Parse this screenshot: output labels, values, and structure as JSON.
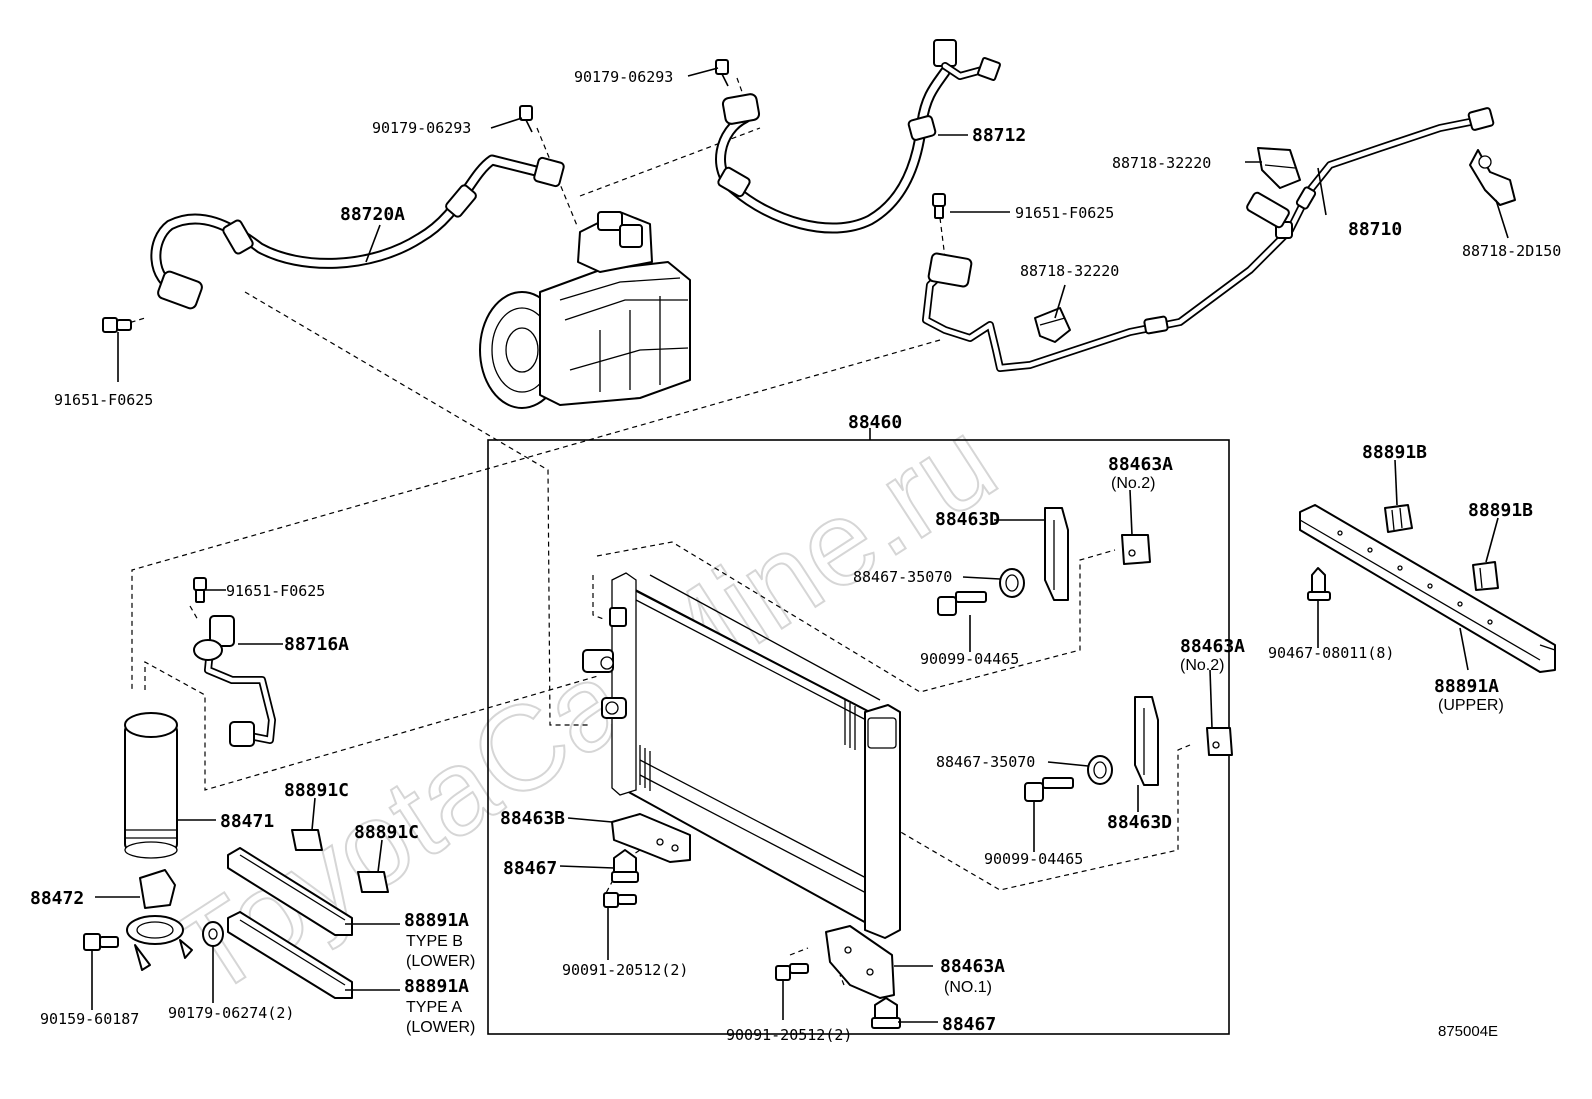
{
  "diagram_id": "875004E",
  "watermark": "ToyotaCarMine.ru",
  "labels": {
    "p_90179_06293_a": "90179-06293",
    "p_90179_06293_b": "90179-06293",
    "p_88712": "88712",
    "p_88718_32220_a": "88718-32220",
    "p_88710": "88710",
    "p_88718_2d150": "88718-2D150",
    "p_88720a": "88720A",
    "p_91651_f0625_a": "91651-F0625",
    "p_91651_f0625_b": "91651-F0625",
    "p_88718_32220_b": "88718-32220",
    "p_91651_f0625_c": "91651-F0625",
    "p_88460": "88460",
    "p_88463a_top": "88463A",
    "p_no2_top": "(No.2)",
    "p_88463d_top": "88463D",
    "p_88467_35070_top": "88467-35070",
    "p_90099_04465_top": "90099-04465",
    "p_88463a_mid": "88463A",
    "p_no2_mid": "(No.2)",
    "p_88467_35070_mid": "88467-35070",
    "p_88463d_mid": "88463D",
    "p_90099_04465_mid": "90099-04465",
    "p_88891b_a": "88891B",
    "p_88891b_b": "88891B",
    "p_90467_08011": "90467-08011(8)",
    "p_88891a_upper": "88891A",
    "p_upper": "(UPPER)",
    "p_88716a": "88716A",
    "p_88471": "88471",
    "p_88891c_a": "88891C",
    "p_88891c_b": "88891C",
    "p_88472": "88472",
    "p_88891a_b": "88891A",
    "p_type_b": "TYPE B",
    "p_lower_b": "(LOWER)",
    "p_88891a_a": "88891A",
    "p_type_a": "TYPE A",
    "p_lower_a": "(LOWER)",
    "p_90159_60187": "90159-60187",
    "p_90179_06274": "90179-06274(2)",
    "p_88463b": "88463B",
    "p_88467_left": "88467",
    "p_90091_20512_left": "90091-20512(2)",
    "p_88463a_no1": "88463A",
    "p_no1": "(NO.1)",
    "p_90091_20512_bottom": "90091-20512(2)",
    "p_88467_bottom": "88467"
  }
}
